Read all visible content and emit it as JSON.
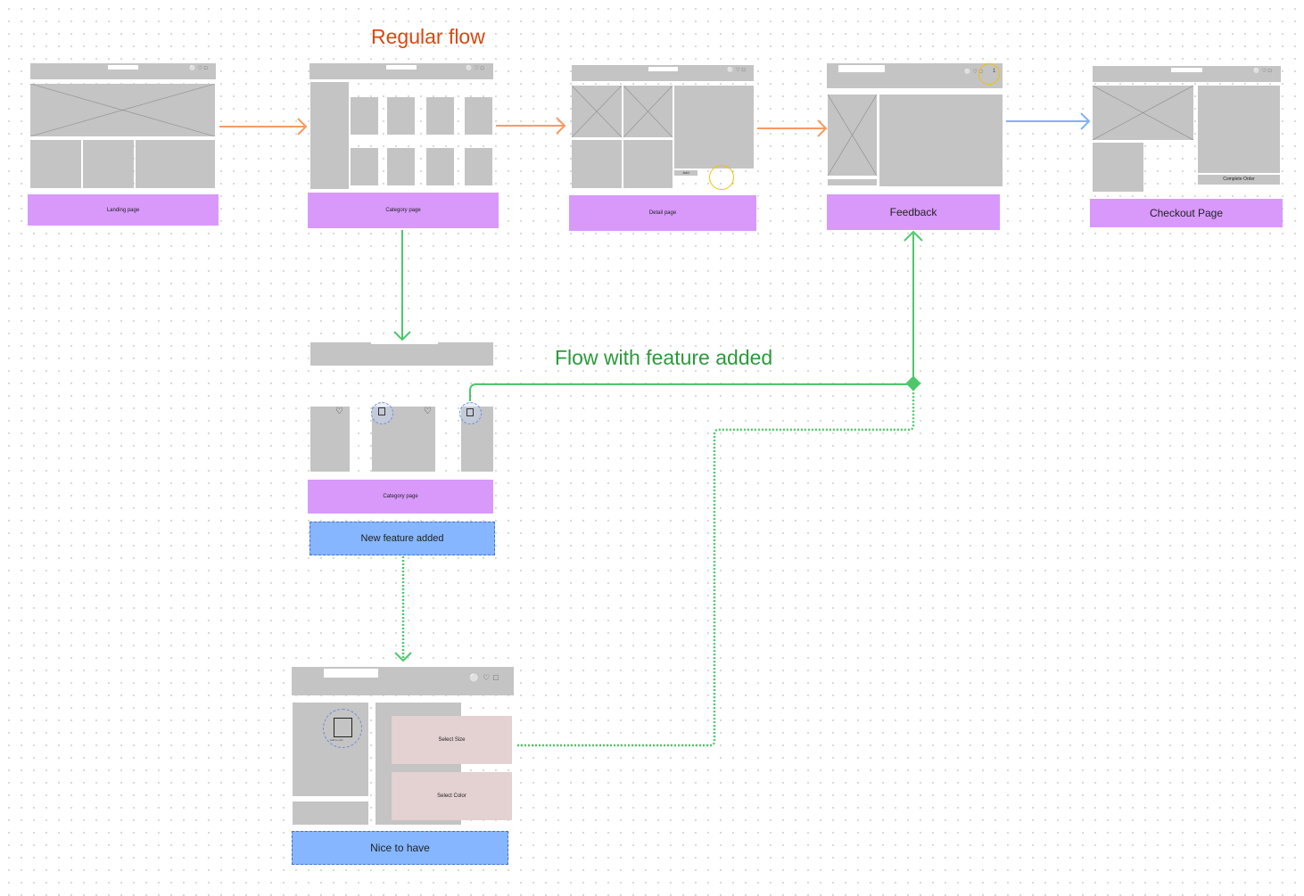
{
  "titles": {
    "regular_flow": "Regular flow",
    "feature_flow": "Flow with feature added"
  },
  "labels": {
    "landing": "Landing page",
    "category": "Category page",
    "detail": "Detail page",
    "feedback": "Feedback",
    "checkout": "Checkout Page",
    "category2": "Category page",
    "new_feature": "New feature added",
    "nice_to_have": "Nice to have"
  },
  "wireframe_text": {
    "detail_add": "Add",
    "complete_order": "Complete Order",
    "select_size": "Select Size",
    "select_color": "Select Color",
    "bag_caption": "Add to cart",
    "cart_count": "1"
  },
  "icons": [
    "user-icon",
    "heart-icon",
    "bag-icon",
    "placeholder-x-icon"
  ],
  "colors": {
    "regular_flow_title": "#d9480f",
    "feature_flow_title": "#2b9a3a",
    "orange_arrow": "#f79a60",
    "blue_arrow": "#7fb0ff",
    "green_connector": "#4cc86a",
    "page_label": "#d899fb",
    "feature_label": "#85b6ff",
    "option_panel": "#e4d1d1",
    "wireframe_gray": "#c4c4c4",
    "highlight_yellow": "#f2c200"
  }
}
